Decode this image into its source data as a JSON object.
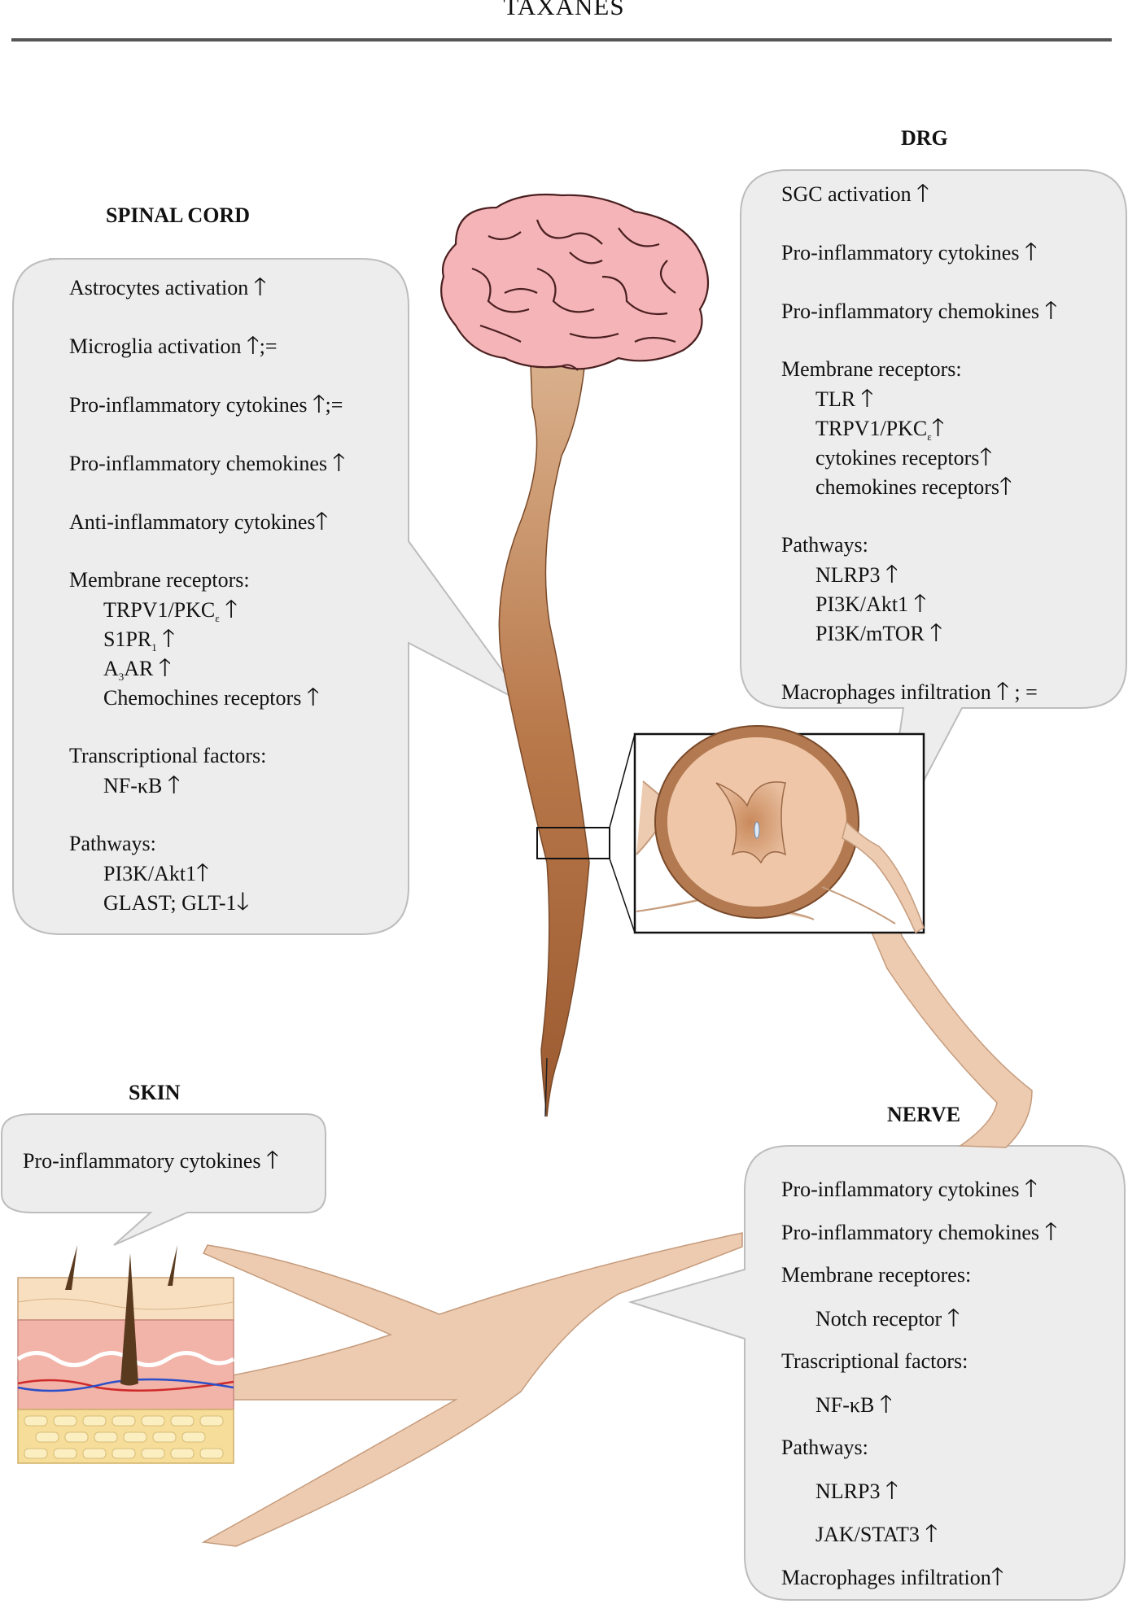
{
  "title": "TAXANES",
  "headings": {
    "spinal_cord": "SPINAL CORD",
    "drg": "DRG",
    "skin": "SKIN",
    "nerve": "NERVE"
  },
  "arrows": {
    "up": "🡑",
    "down": "🡓"
  },
  "spinal_cord": {
    "astrocytes": "Astrocytes activation",
    "microglia": "Microglia activation",
    "microglia_mark": ";=",
    "cytokines": "Pro-inflammatory cytokines",
    "cytokines_mark": ";=",
    "chemokines": "Pro-inflammatory chemokines",
    "anti_cytokines": "Anti-inflammatory cytokines",
    "membrane": "Membrane receptors:",
    "trpv1": "TRPV1/PKC",
    "trpv1_sub": "ε",
    "s1pr": "S1PR",
    "s1pr_sub": "1",
    "a3ar_a": "A",
    "a3ar_sub": "3",
    "a3ar_rest": "AR",
    "chemo_rec": "Chemochines receptors",
    "transcription": "Transcriptional factors:",
    "nfkb": "NF-κB",
    "pathways": "Pathways:",
    "pi3k": "PI3K/Akt1",
    "glast": "GLAST; GLT-1"
  },
  "drg": {
    "sgc": "SGC activation",
    "cytokines": "Pro-inflammatory cytokines",
    "chemokines": "Pro-inflammatory chemokines",
    "membrane": "Membrane receptors:",
    "tlr": "TLR",
    "trpv1": "TRPV1/PKC",
    "trpv1_sub": "ε",
    "cyto_rec": "cytokines receptors",
    "chemo_rec": "chemokines receptors",
    "pathways": "Pathways:",
    "nlrp3": "NLRP3",
    "pi3k_akt": "PI3K/Akt1",
    "pi3k_mtor": "PI3K/mTOR",
    "macrophages": "Macrophages infiltration",
    "macrophages_mark": "; ="
  },
  "skin": {
    "cytokines": "Pro-inflammatory cytokines"
  },
  "nerve": {
    "cytokines": "Pro-inflammatory cytokines",
    "chemokines": "Pro-inflammatory chemokines",
    "membrane": "Membrane receptores:",
    "notch": "Notch receptor",
    "transcription": "Trascriptional factors:",
    "nfkb": "NF-κB",
    "pathways": "Pathways:",
    "nlrp3": "NLRP3",
    "jak": "JAK/STAT3",
    "macrophages": "Macrophages infiltration"
  }
}
